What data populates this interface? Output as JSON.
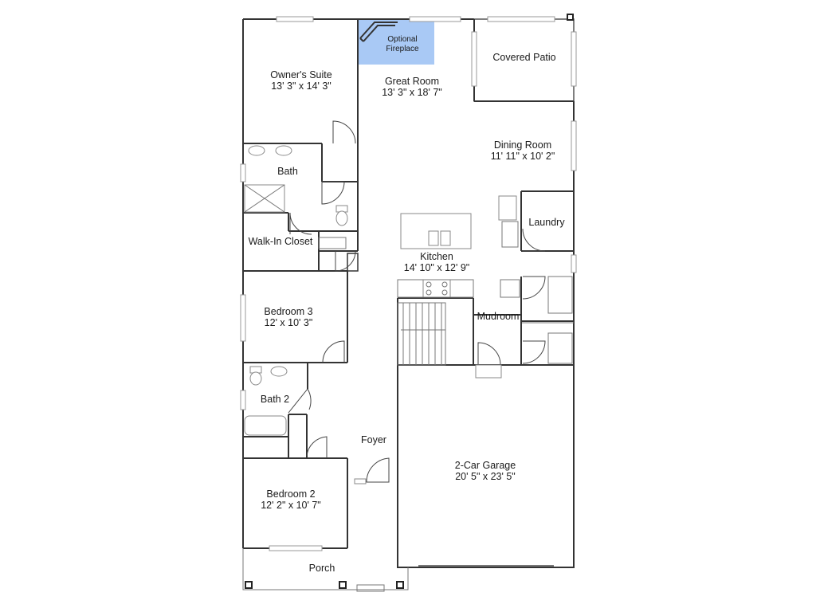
{
  "accent_colors": {
    "optional_area": "#a9c9f5",
    "wall": "#333333"
  },
  "rooms": {
    "optional_fireplace": {
      "name_line1": "Optional",
      "name_line2": "Fireplace"
    },
    "owners_suite": {
      "name": "Owner's Suite",
      "dims": "13' 3\" x 14' 3\""
    },
    "great_room": {
      "name": "Great Room",
      "dims": "13' 3\" x 18' 7\""
    },
    "covered_patio": {
      "name": "Covered Patio"
    },
    "dining_room": {
      "name": "Dining Room",
      "dims": "11' 11\" x 10' 2\""
    },
    "bath": {
      "name": "Bath"
    },
    "laundry": {
      "name": "Laundry"
    },
    "walk_in_closet": {
      "name": "Walk-In Closet"
    },
    "kitchen": {
      "name": "Kitchen",
      "dims": "14' 10\" x 12' 9\""
    },
    "bedroom_3": {
      "name": "Bedroom 3",
      "dims": "12' x 10' 3\""
    },
    "mudroom": {
      "name": "Mudroom"
    },
    "bath_2": {
      "name": "Bath 2"
    },
    "foyer": {
      "name": "Foyer"
    },
    "garage": {
      "name": "2-Car Garage",
      "dims": "20' 5\" x 23' 5\""
    },
    "bedroom_2": {
      "name": "Bedroom 2",
      "dims": "12' 2\" x 10' 7\""
    },
    "porch": {
      "name": "Porch"
    }
  }
}
